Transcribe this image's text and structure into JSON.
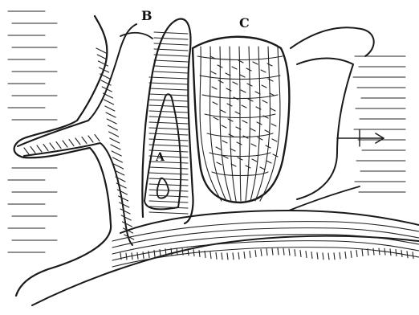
{
  "figure": {
    "labels": {
      "a": "A",
      "b": "B",
      "c": "C"
    },
    "arrow_icon": "right-arrow-icon",
    "ink_color": "#1a1a1a",
    "paper_color": "#ffffff"
  }
}
